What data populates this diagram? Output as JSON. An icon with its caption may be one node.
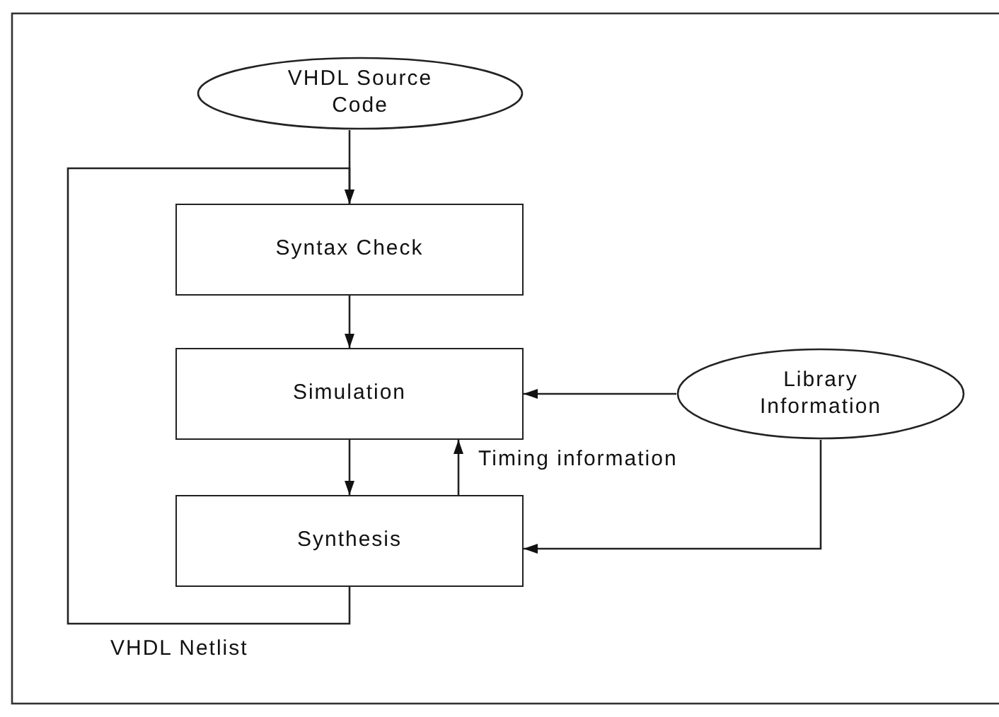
{
  "diagram": {
    "nodes": [
      {
        "text": [
          "VHDL Source Code"
        ]
      },
      {
        "text": [
          "Syntax Check"
        ]
      },
      {
        "text": [
          "Simulation"
        ]
      },
      {
        "text": [
          "Synthesis"
        ]
      },
      {
        "text": [
          "Library Information"
        ]
      }
    ],
    "edges": [
      {
        "from": 0,
        "to": 1,
        "arrow": "to"
      },
      {
        "from": 1,
        "to": 2,
        "arrow": "to"
      },
      {
        "from": 2,
        "to": 3,
        "arrow": "to"
      },
      {
        "from": 3,
        "to": 2,
        "arrow": "to",
        "label": "Timing information"
      },
      {
        "from": 4,
        "to": 2,
        "arrow": "to"
      },
      {
        "from": 4,
        "to": 3,
        "arrow": "to"
      },
      {
        "from": 3,
        "to": 1,
        "arrow": "to",
        "label": "VHDL Netlist"
      }
    ]
  }
}
